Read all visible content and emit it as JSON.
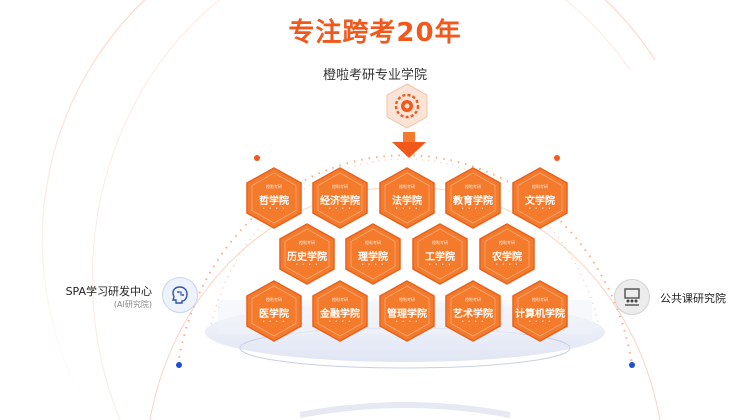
{
  "title": "专注跨考20年",
  "center_label": "橙啦考研专业学院",
  "hex_tiny_text": "橙啦考研",
  "hex_dots": "• • • •",
  "colleges": [
    {
      "name": "哲学院"
    },
    {
      "name": "经济学院"
    },
    {
      "name": "法学院"
    },
    {
      "name": "教育学院"
    },
    {
      "name": "文学院"
    },
    {
      "name": "历史学院"
    },
    {
      "name": "理学院"
    },
    {
      "name": "工学院"
    },
    {
      "name": "农学院"
    },
    {
      "name": "医学院"
    },
    {
      "name": "金融学院"
    },
    {
      "name": "管理学院"
    },
    {
      "name": "艺术学院"
    },
    {
      "name": "计算机学院"
    }
  ],
  "left_hub": {
    "label": "SPA学习研发中心",
    "sub": "(AI研究院)",
    "icon": "brain-ai-icon"
  },
  "right_hub": {
    "label": "公共课研究院",
    "icon": "classroom-icon"
  },
  "colors": {
    "accent": "#f2581c",
    "hex": "#f47a2c",
    "hex_dark": "#e8621e",
    "dot_blue": "#1d4ed8"
  }
}
